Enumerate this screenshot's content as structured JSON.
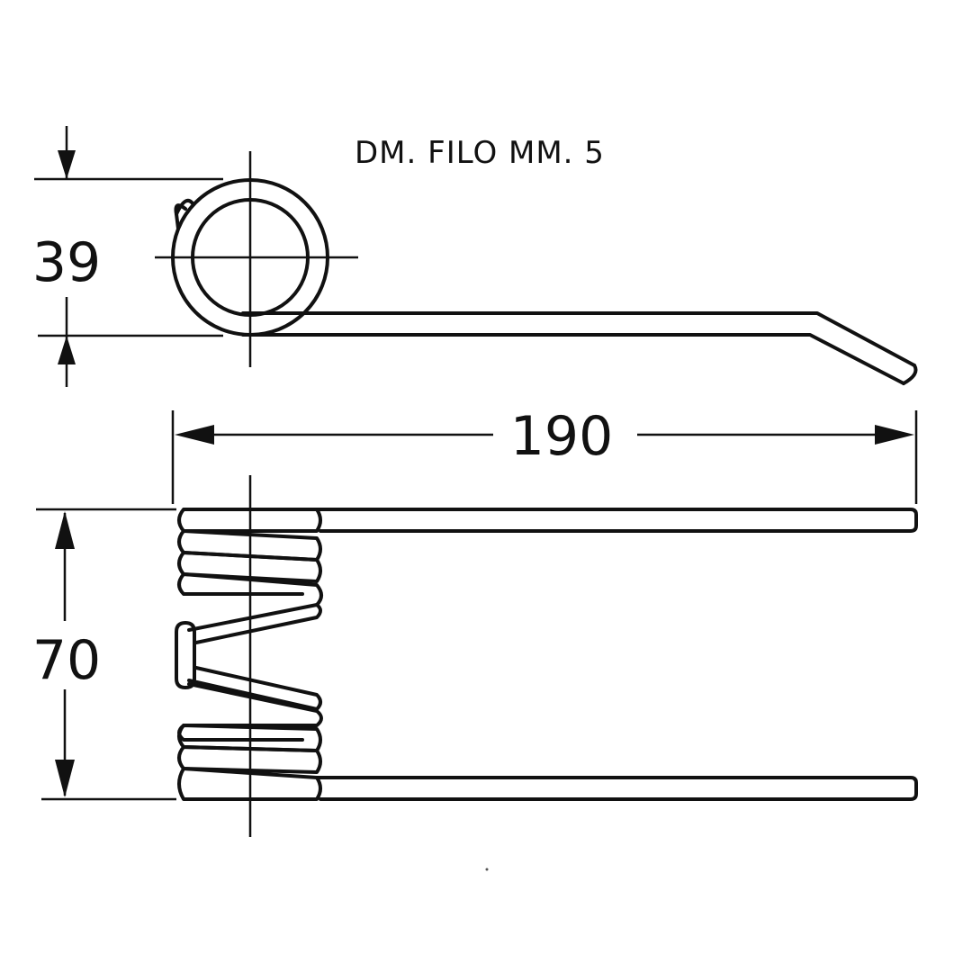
{
  "note": "DM. FILO MM. 5",
  "dimensions": {
    "coil_diameter": "39",
    "length": "190",
    "width": "70"
  },
  "colors": {
    "line": "#111111",
    "background": "#ffffff"
  }
}
